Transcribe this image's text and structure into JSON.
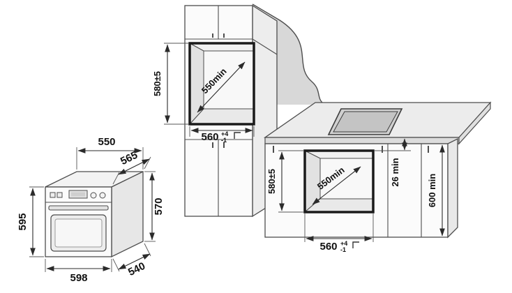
{
  "colors": {
    "line": "#2b2b2b",
    "niche_frame": "#1a1a1a",
    "wall_fill": "#d8d8d8",
    "countertop_fill": "#ececec",
    "background": "#ffffff"
  },
  "diagram": {
    "oven_view": {
      "dim_top_width": "550",
      "dim_top_depth": "565",
      "dim_height_left": "595",
      "dim_width_bottom": "598",
      "dim_height_right": "570",
      "dim_depth_bottom": "540"
    },
    "tall_cabinet_niche": {
      "dim_height": "580±5",
      "dim_depth": "550min",
      "dim_width": "560",
      "dim_width_sup": "+4",
      "dim_width_sub": "-1"
    },
    "base_cabinet_niche": {
      "dim_height": "580±5",
      "dim_depth": "550min",
      "dim_width": "560",
      "dim_width_sup": "+4",
      "dim_width_sub": "-1",
      "dim_top_clearance": "26 min",
      "dim_worktop_height": "600 min"
    }
  }
}
